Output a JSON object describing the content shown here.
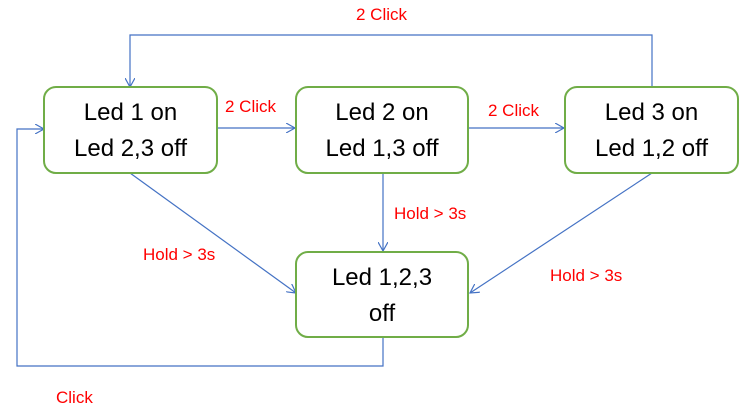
{
  "nodes": {
    "led1": {
      "line1": "Led 1 on",
      "line2": "Led 2,3 off"
    },
    "led2": {
      "line1": "Led 2 on",
      "line2": "Led 1,3 off"
    },
    "led3": {
      "line1": "Led 3 on",
      "line2": "Led 1,2 off"
    },
    "off": {
      "line1": "Led 1,2,3",
      "line2": "off"
    }
  },
  "edges": {
    "led3_to_led1": "2 Click",
    "led1_to_led2": "2 Click",
    "led2_to_led3": "2 Click",
    "led1_to_off": "Hold > 3s",
    "led2_to_off": "Hold > 3s",
    "led3_to_off": "Hold > 3s",
    "off_to_led1": "Click"
  },
  "colors": {
    "node_border": "#70ad47",
    "edge_line": "#4472c4",
    "edge_label": "#ff0000"
  }
}
